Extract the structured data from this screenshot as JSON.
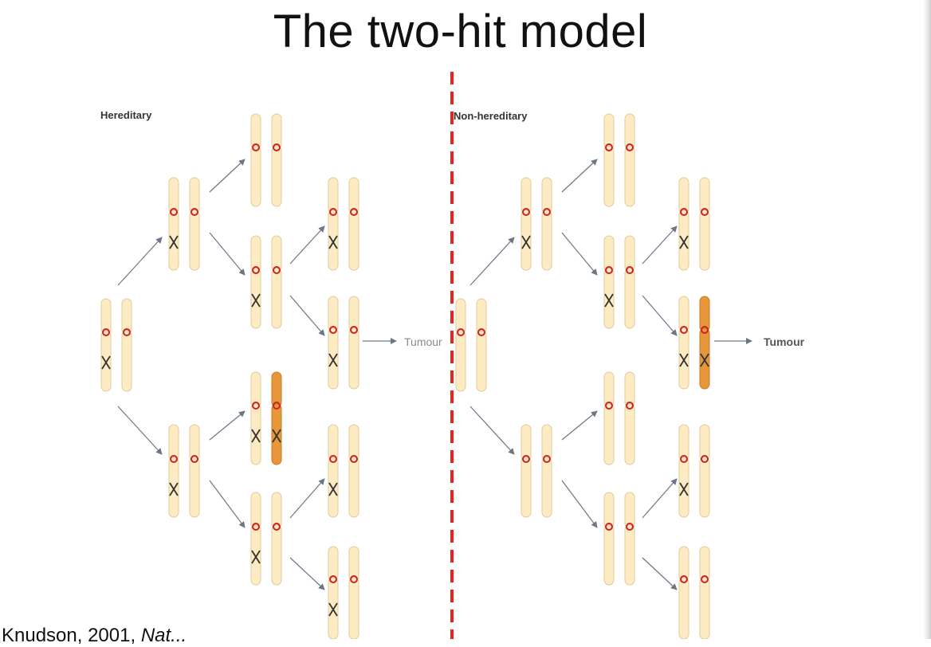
{
  "slide": {
    "title": "The two-hit model",
    "citation": "Knudson, 2001, ",
    "citation_journal": "Nat..."
  },
  "panels": {
    "hereditary": {
      "label": "Hereditary",
      "tumour_label": "Tumour"
    },
    "non_hereditary": {
      "label": "Non-hereditary",
      "tumour_label": "Tumour"
    }
  },
  "colors": {
    "chromosome_fill": "#fdebc3",
    "chromosome_outline": "#e2c99a",
    "tumour_chromosome": "#e8963a",
    "centromere": "#cc2222",
    "mutation_mark": "#333333",
    "arrow": "#6b7785",
    "divider": "#e8231f"
  },
  "diagram": {
    "hereditary_pairs": [
      {
        "left": "mutant",
        "right": "normal"
      },
      {
        "left": "mutant",
        "right": "normal"
      },
      {
        "left": "normal",
        "right": "normal"
      },
      {
        "left": "mutant",
        "right": "normal"
      },
      {
        "left": "mutant",
        "right": "normal"
      },
      {
        "left": "mutant",
        "right": "normal"
      },
      {
        "left": "mutant",
        "right": "normal"
      },
      {
        "left": "mutant",
        "right": "tumour"
      },
      {
        "left": "mutant",
        "right": "normal"
      },
      {
        "left": "mutant",
        "right": "normal"
      },
      {
        "left": "mutant",
        "right": "normal"
      }
    ],
    "non_hereditary_pairs": [
      {
        "left": "normal",
        "right": "normal"
      },
      {
        "left": "mutant",
        "right": "normal"
      },
      {
        "left": "normal",
        "right": "normal"
      },
      {
        "left": "mutant",
        "right": "normal"
      },
      {
        "left": "mutant",
        "right": "normal"
      },
      {
        "left": "normal",
        "right": "normal"
      },
      {
        "left": "normal",
        "right": "normal"
      },
      {
        "left": "mutant",
        "right": "normal"
      },
      {
        "left": "mutant",
        "right": "tumour"
      },
      {
        "left": "normal",
        "right": "normal"
      },
      {
        "left": "normal",
        "right": "normal"
      }
    ]
  }
}
